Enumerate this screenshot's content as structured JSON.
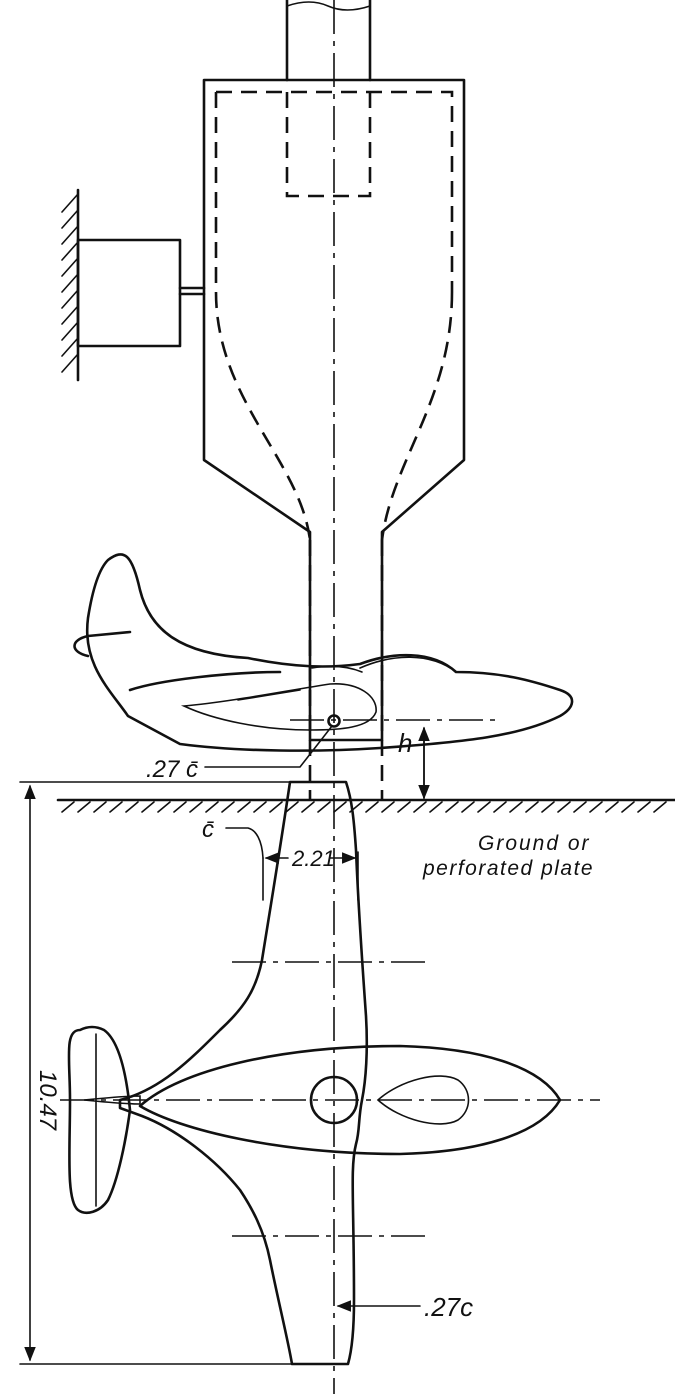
{
  "labels": {
    "cg_side": ".27 c̄",
    "height": "h",
    "ground_line1": "Ground or",
    "ground_line2": "perforated plate",
    "mac": "c̄",
    "mac_length": "2.21",
    "span": "10.47",
    "cg_plan": ".27c"
  },
  "colors": {
    "ink": "#111111",
    "paper": "#ffffff"
  }
}
